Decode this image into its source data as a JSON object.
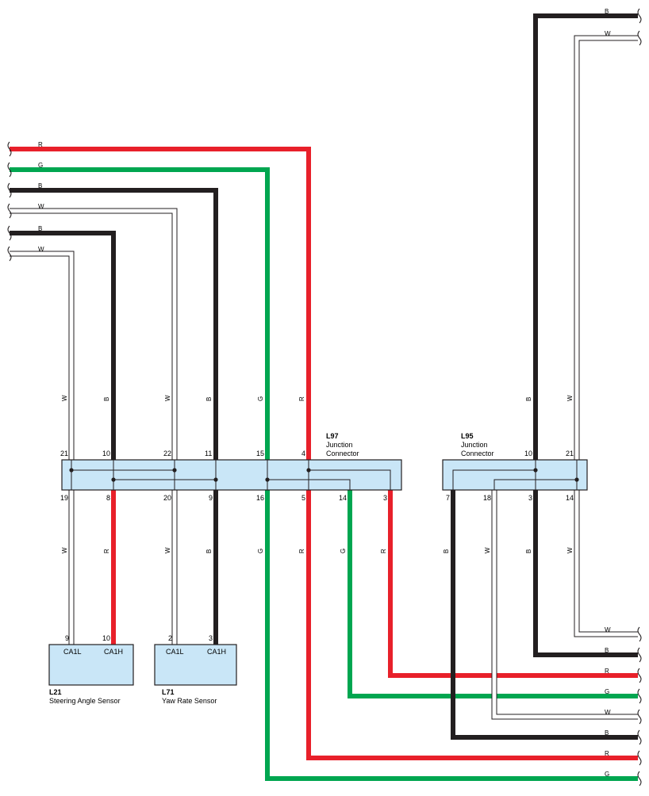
{
  "colors": {
    "R": "#e8202a",
    "G": "#00a650",
    "B": "#231f20",
    "W": "#ffffff",
    "W_outline": "#231f20",
    "connector_fill": "#c9e6f7",
    "connector_stroke": "#231f20"
  },
  "connectors": {
    "l97": {
      "id": "L97",
      "name_line1": "Junction",
      "name_line2": "Connector",
      "top_pins": [
        "21",
        "10",
        "22",
        "11",
        "15",
        "4"
      ],
      "bottom_pins": [
        "19",
        "8",
        "20",
        "9",
        "16",
        "5",
        "14",
        "3"
      ]
    },
    "l95": {
      "id": "L95",
      "name_line1": "Junction",
      "name_line2": "Connector",
      "top_pins": [
        "10",
        "21"
      ],
      "bottom_pins": [
        "7",
        "18",
        "3",
        "14"
      ]
    }
  },
  "components": {
    "l21": {
      "id": "L21",
      "name": "Steering Angle Sensor",
      "pins": [
        "9",
        "10"
      ],
      "terminals": [
        "CA1L",
        "CA1H"
      ]
    },
    "l71": {
      "id": "L71",
      "name": "Yaw Rate Sensor",
      "pins": [
        "2",
        "3"
      ],
      "terminals": [
        "CA1L",
        "CA1H"
      ]
    }
  },
  "left_wires": [
    "R",
    "G",
    "B",
    "W",
    "B",
    "W"
  ],
  "top_right_wires": [
    "B",
    "W"
  ],
  "l97_top_wires": [
    "W",
    "B",
    "W",
    "B",
    "G",
    "R"
  ],
  "l97_bottom_wires": [
    "W",
    "R",
    "W",
    "B",
    "G",
    "R",
    "G",
    "R"
  ],
  "l95_top_wires": [
    "B",
    "W"
  ],
  "l95_bottom_wires": [
    "B",
    "W",
    "B",
    "W"
  ],
  "right_wires": [
    "W",
    "B",
    "R",
    "G",
    "W",
    "B",
    "R",
    "G"
  ]
}
